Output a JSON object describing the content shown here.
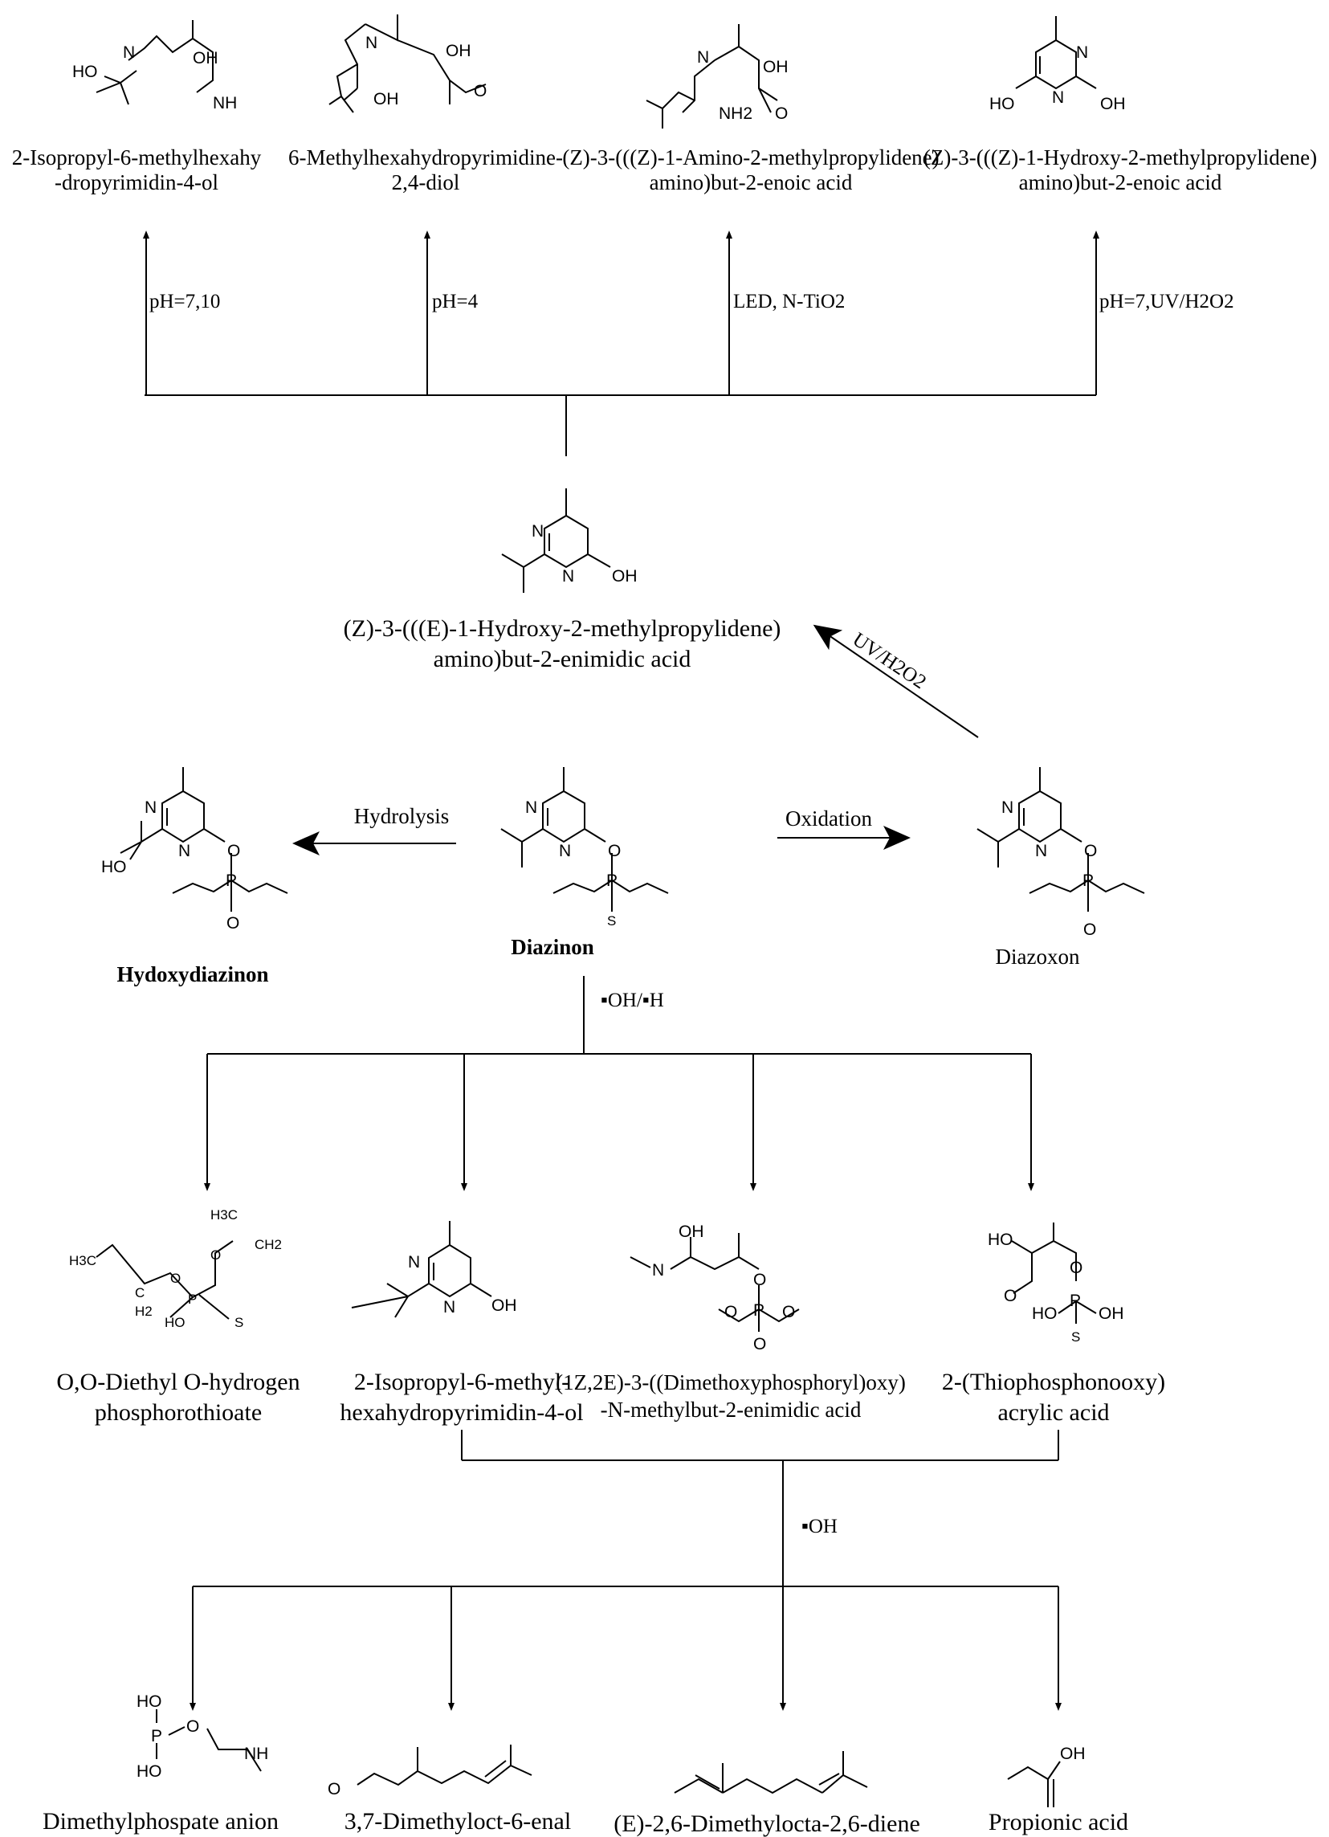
{
  "top_products": [
    {
      "name_line1": "2-Isopropyl-6-methylhexahy",
      "name_line2": "-dropyrimidin-4-ol",
      "condition": "pH=7,10"
    },
    {
      "name_line1": "6-Methylhexahydropyrimidine-",
      "name_line2": "2,4-diol",
      "condition": "pH=4"
    },
    {
      "name_line1": "(Z)-3-(((Z)-1-Amino-2-methylpropylidene)",
      "name_line2": "amino)but-2-enoic acid",
      "condition": "LED, N-TiO2"
    },
    {
      "name_line1": "(Z)-3-(((Z)-1-Hydroxy-2-methylpropylidene)",
      "name_line2": "amino)but-2-enoic acid",
      "condition": "pH=7,UV/H2O2"
    }
  ],
  "intermediate": {
    "name_line1": "(Z)-3-(((E)-1-Hydroxy-2-methylpropylidene)",
    "name_line2": "amino)but-2-enimidic acid",
    "arrow_label": "UV/H2O2"
  },
  "middle_row": {
    "left_name": "Hydoxydiazinon",
    "center_name": "Diazinon",
    "right_name": "Diazoxon",
    "left_arrow_label": "Hydrolysis",
    "right_arrow_label": "Oxidation",
    "down_label": "▪OH/▪H"
  },
  "radical_products": [
    {
      "name_line1": "O,O-Diethyl O-hydrogen",
      "name_line2": "phosphorothioate"
    },
    {
      "name_line1": "2-Isopropyl-6-methyl-",
      "name_line2": "hexahydropyrimidin-4-ol"
    },
    {
      "name_line1": "(1Z,2E)-3-((Dimethoxyphosphoryl)oxy)",
      "name_line2": "-N-methylbut-2-enimidic acid"
    },
    {
      "name_line1": "2-(Thiophosphonooxy)",
      "name_line2": "acrylic acid"
    }
  ],
  "second_oh_label": "▪OH",
  "final_products": [
    {
      "name": "Dimethylphospate anion"
    },
    {
      "name": "3,7-Dimethyloct-6-enal"
    },
    {
      "name": "(E)-2,6-Dimethylocta-2,6-diene"
    },
    {
      "name": "Propionic acid"
    }
  ],
  "atoms": {
    "HO": "HO",
    "OH": "OH",
    "N": "N",
    "NH": "NH",
    "NH2": "NH2",
    "O": "O",
    "P": "P",
    "S": "S",
    "H3C": "H3C",
    "CH2": "CH2",
    "C": "C",
    "H2": "H2"
  }
}
